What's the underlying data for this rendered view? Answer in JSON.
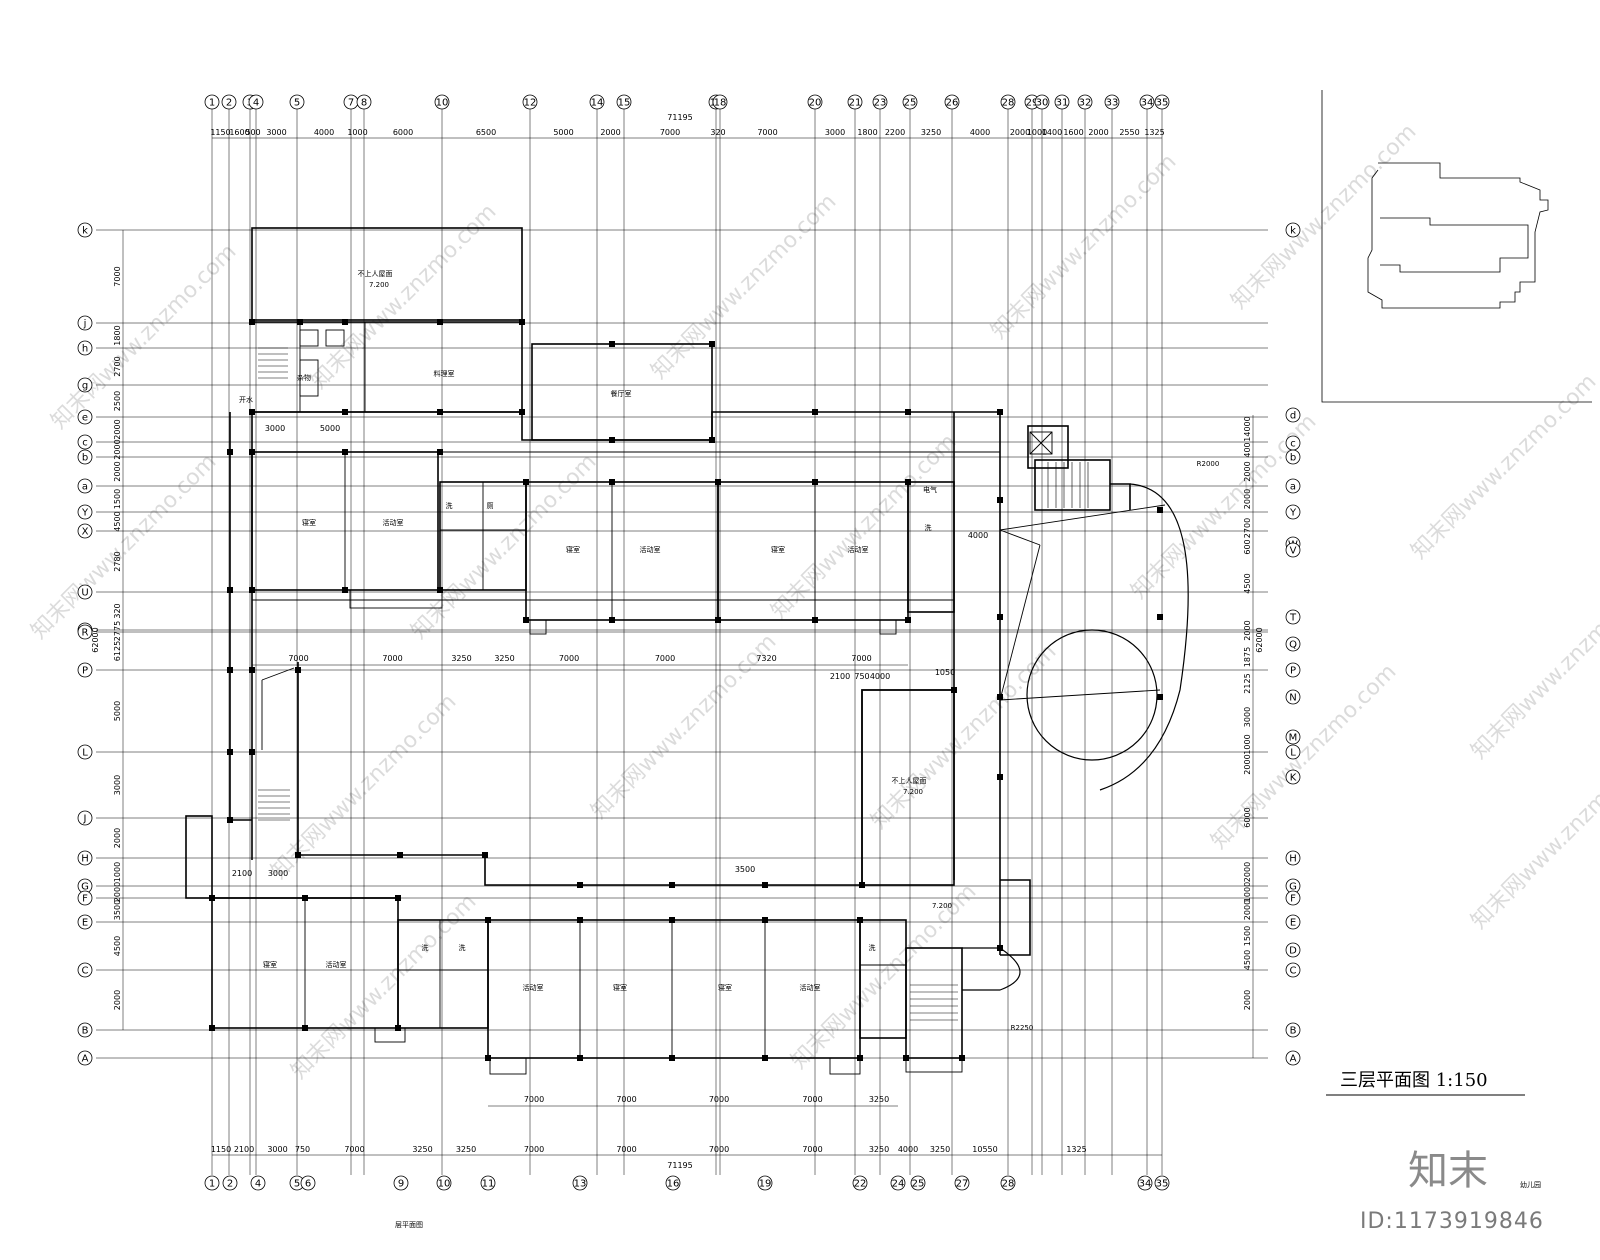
{
  "drawing": {
    "title": "三层平面图  1:150",
    "brand_logo": "知末",
    "image_id": "ID:1173919846",
    "watermark": "知末网www.znzmo.com",
    "stamp_right": "幼儿园",
    "stamp_bottom": "层平面图"
  },
  "axes": {
    "top_labels": [
      "1",
      "2",
      "3",
      "4",
      "5",
      "7",
      "8",
      "10",
      "12",
      "14",
      "15",
      "16",
      "18",
      "20",
      "21",
      "23",
      "25",
      "26",
      "28",
      "29",
      "30",
      "31",
      "32",
      "33",
      "34",
      "35"
    ],
    "bottom_labels": [
      "1",
      "2",
      "4",
      "5",
      "6",
      "9",
      "10",
      "11",
      "13",
      "16",
      "19",
      "22",
      "24",
      "25",
      "27",
      "28",
      "34",
      "35"
    ],
    "left_labels": [
      "k",
      "j",
      "h",
      "g",
      "e",
      "c",
      "b",
      "a",
      "Y",
      "X",
      "U",
      "S",
      "R",
      "P",
      "L",
      "J",
      "H",
      "G",
      "F",
      "E",
      "C",
      "B",
      "A"
    ],
    "right_labels": [
      "k",
      "d",
      "c",
      "b",
      "a",
      "Y",
      "W",
      "V",
      "T",
      "Q",
      "P",
      "N",
      "M",
      "L",
      "K",
      "H",
      "G",
      "F",
      "E",
      "D",
      "C",
      "B",
      "A"
    ]
  },
  "dimensions": {
    "top_total": "71195",
    "top_segments": [
      "1150",
      "1600",
      "500",
      "3000",
      "4000",
      "1000",
      "6000",
      "6500",
      "5000",
      "2000",
      "7000",
      "320",
      "7000",
      "3000",
      "1800",
      "2200",
      "3250",
      "4000",
      "2000",
      "1000",
      "1400",
      "1600",
      "2000",
      "2550",
      "1325"
    ],
    "bottom_total": "71195",
    "bottom_segments": [
      "1150",
      "2100",
      "3000",
      "750",
      "7000",
      "3250",
      "3250",
      "7000",
      "7000",
      "7000",
      "7000",
      "3250",
      "4000",
      "3250",
      "10550",
      "1325"
    ],
    "inner_lower_segments": [
      "7000",
      "7000",
      "7000",
      "7000",
      "3250"
    ],
    "left_segments": [
      "7000",
      "1800",
      "2700",
      "2500",
      "2000",
      "2000",
      "2000",
      "1500",
      "4500",
      "2780",
      "320",
      "2775",
      "6125",
      "5000",
      "3000",
      "2000",
      "1000",
      "2000",
      "3500",
      "4500",
      "2000"
    ],
    "left_total": "62000",
    "right_segments": [
      "14000",
      "400",
      "2000",
      "2000",
      "2700",
      "600",
      "4500",
      "2000",
      "1875",
      "2125",
      "3000",
      "1000",
      "2000",
      "6000",
      "2000",
      "1000",
      "2000",
      "1500",
      "4500",
      "2000"
    ],
    "right_total": "62000",
    "inner_mid_segments": [
      "7000",
      "7000",
      "3250",
      "3250",
      "7000",
      "7000",
      "7320",
      "7000"
    ],
    "misc": [
      "3000",
      "5000",
      "2100",
      "3000",
      "2100",
      "750",
      "1050",
      "4000",
      "3500",
      "4000"
    ]
  },
  "rooms": [
    {
      "label": "不上人屋面",
      "elev": "7.200"
    },
    {
      "label": "杂物"
    },
    {
      "label": "开水"
    },
    {
      "label": "料理室"
    },
    {
      "label": "餐厅室"
    },
    {
      "label": "寝室"
    },
    {
      "label": "活动室"
    },
    {
      "label": "洗"
    },
    {
      "label": "厕"
    },
    {
      "label": "电气"
    },
    {
      "label": "不上人屋面",
      "elev": "7.200"
    },
    {
      "label": "7.200"
    },
    {
      "label": "R2000"
    },
    {
      "label": "R2250"
    }
  ]
}
